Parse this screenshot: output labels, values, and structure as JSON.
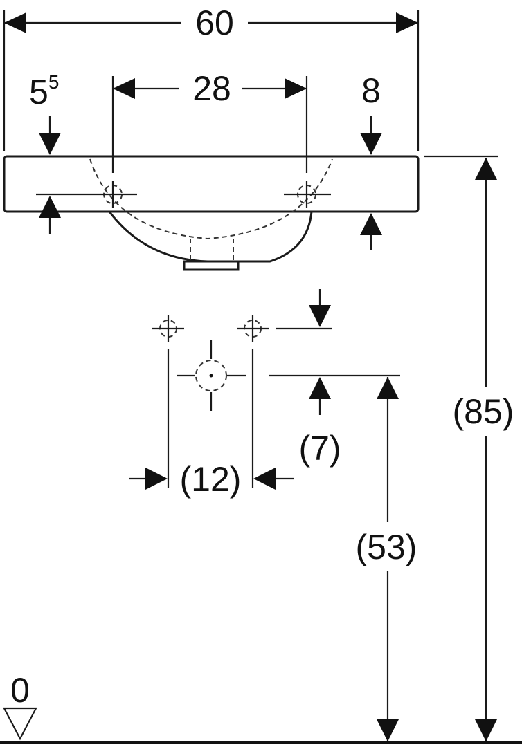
{
  "dimensions": {
    "overall_width": "60",
    "tap_hole_spacing": "28",
    "rim_left_base": "5",
    "rim_left_sup": "5",
    "rim_right": "8",
    "total_height": "(85)",
    "drain_height": "(53)",
    "drain_offset": "(7)",
    "drain_spacing": "(12)",
    "floor_level": "0"
  }
}
